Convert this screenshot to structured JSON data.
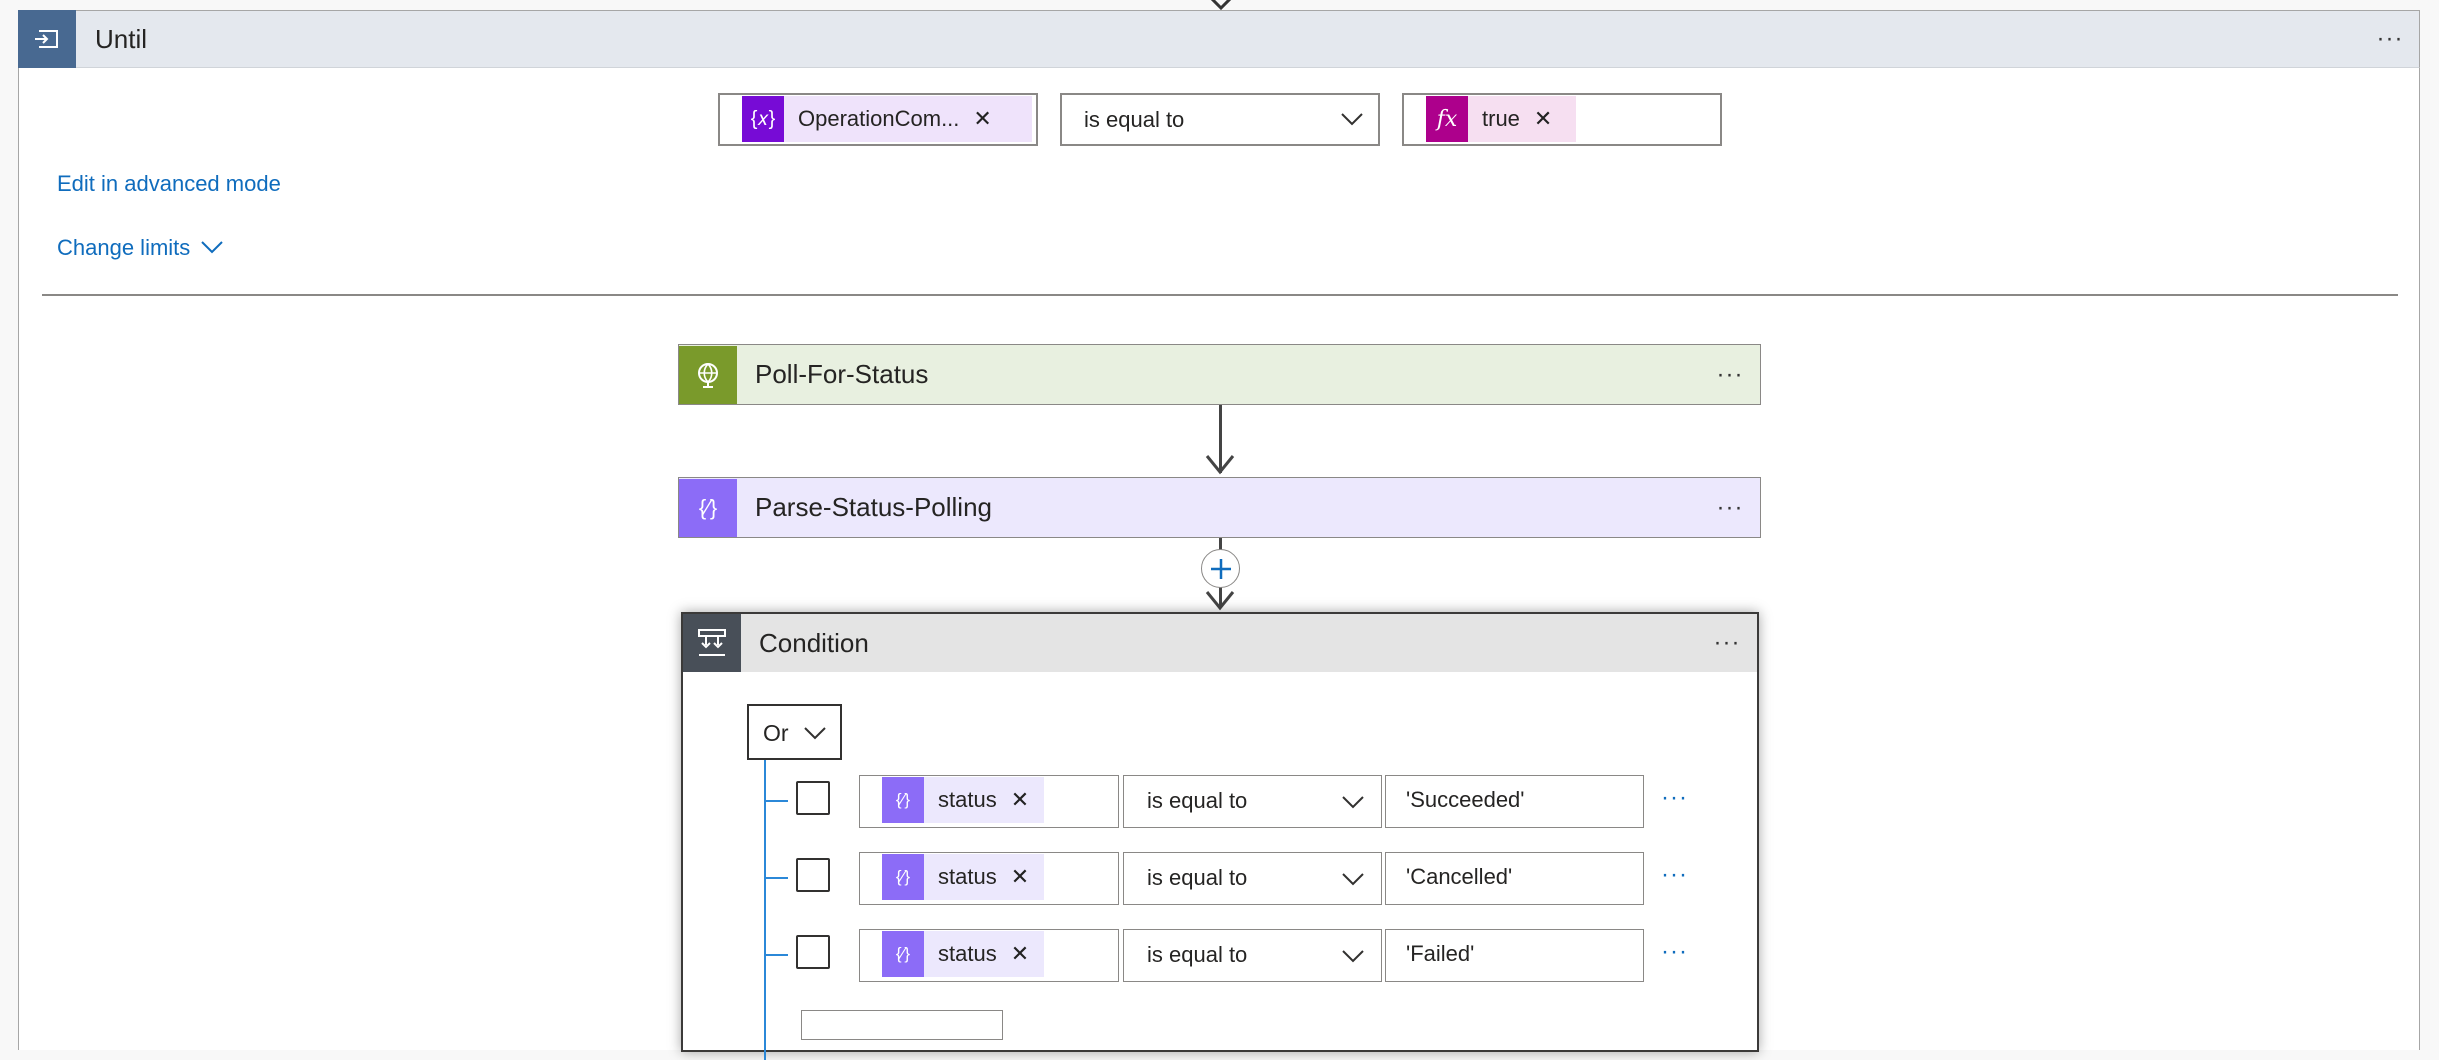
{
  "until": {
    "title": "Until",
    "condition": {
      "left_token": "OperationCom...",
      "operator": "is equal to",
      "right_token": "true"
    },
    "edit_advanced_label": "Edit in advanced mode",
    "change_limits_label": "Change limits"
  },
  "actions": [
    {
      "title": "Poll-For-Status",
      "color": "#7a9a2b"
    },
    {
      "title": "Parse-Status-Polling",
      "color": "#8c6cf7"
    }
  ],
  "condition": {
    "title": "Condition",
    "group_operator": "Or",
    "rows": [
      {
        "token": "status",
        "operator": "is equal to",
        "value": "'Succeeded'"
      },
      {
        "token": "status",
        "operator": "is equal to",
        "value": "'Cancelled'"
      },
      {
        "token": "status",
        "operator": "is equal to",
        "value": "'Failed'"
      }
    ]
  },
  "icons": {
    "until": "loop-icon",
    "variable": "variable-icon",
    "expression": "fx-icon",
    "http": "globe-icon",
    "parse": "braces-icon",
    "condition": "condition-icon",
    "add": "plus-icon"
  },
  "colors": {
    "until_header": "#e4e8ee",
    "until_icon": "#486991",
    "variable_token": "#770bd6",
    "expression_token": "#ad008c",
    "http_card": "#e8f0e0",
    "parse_card": "#ece8fd",
    "link": "#0f6cbd"
  }
}
